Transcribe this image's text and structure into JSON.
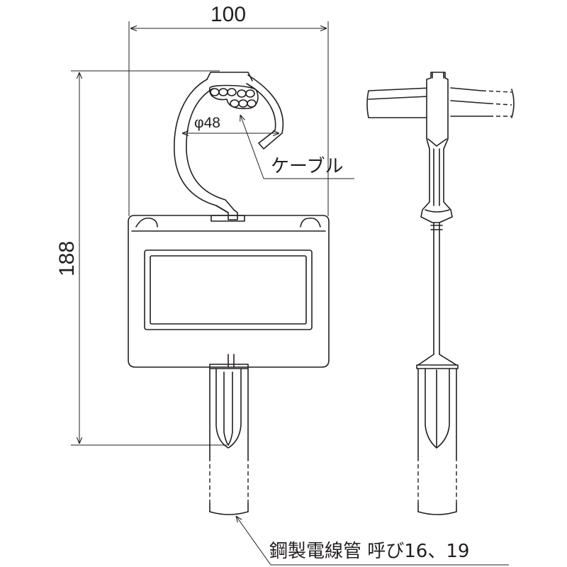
{
  "dimensions": {
    "width": "100",
    "height": "188",
    "diameter": "φ48"
  },
  "labels": {
    "cable": "ケーブル",
    "conduit": "鋼製電線管 呼び16、19"
  },
  "colors": {
    "line": "#231f20",
    "background": "#ffffff"
  }
}
